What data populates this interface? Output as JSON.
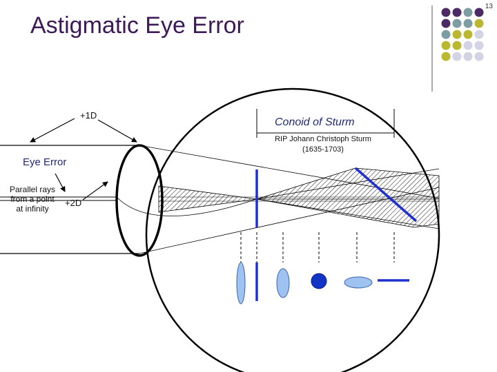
{
  "slide": {
    "title": "Astigmatic Eye Error",
    "page_number": "13"
  },
  "labels": {
    "plus_one": "+1D",
    "plus_two": "+2D",
    "eye_error": "Eye Error",
    "parallel_rays": [
      "Parallel rays",
      "from a point",
      "at infinity"
    ],
    "conoid_title": "Conoid of Sturm",
    "rip_line1": "RIP Johann Christoph Sturm",
    "rip_line2": "(1635-1703)"
  },
  "colors": {
    "title": "#3d1a57",
    "conoid_title": "#1e2a78",
    "focal_line": "#1f2fd0",
    "blur_fill": "#9ec3f0",
    "blur_stroke": "#3a5fb0",
    "circle_least_confusion": "#1234c4",
    "dot_purple": "#4b2a66",
    "dot_teal": "#7c9ea3",
    "dot_olive": "#b9b82e",
    "dot_lavender": "#d3d3e6"
  },
  "corner_dots": [
    [
      "purple",
      "purple",
      "teal",
      "purple"
    ],
    [
      "purple",
      "teal",
      "teal",
      "olive"
    ],
    [
      "teal",
      "olive",
      "olive",
      "lavender"
    ],
    [
      "olive",
      "olive",
      "lavender",
      "lavender"
    ],
    [
      "olive",
      "lavender",
      "lavender",
      "lavender"
    ]
  ]
}
